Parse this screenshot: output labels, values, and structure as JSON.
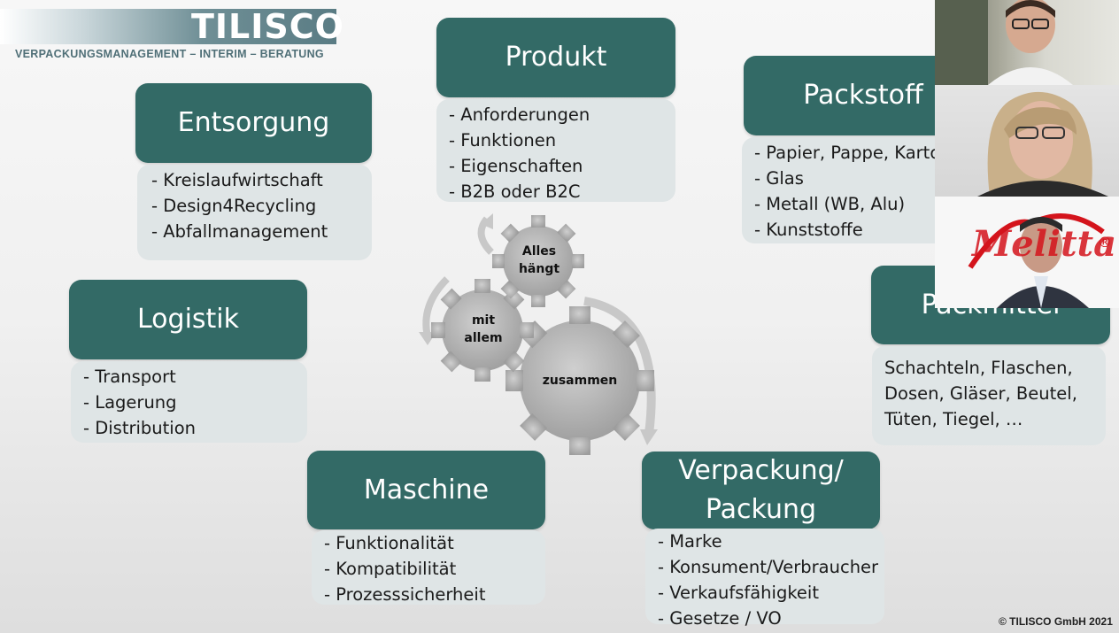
{
  "logo": {
    "brand": "TILISCO",
    "tagline": "VERPACKUNGSMANAGEMENT – INTERIM – BERATUNG"
  },
  "boxes": {
    "produkt": {
      "title": "Produkt",
      "items": [
        "- Anforderungen",
        "- Funktionen",
        "- Eigenschaften",
        "- B2B oder B2C"
      ]
    },
    "entsorgung": {
      "title": "Entsorgung",
      "items": [
        "- Kreislaufwirtschaft",
        "- Design4Recycling",
        "- Abfallmanagement"
      ]
    },
    "packstoff": {
      "title": "Packstoff",
      "items": [
        "- Papier, Pappe, Karto",
        "- Glas",
        "- Metall (WB, Alu)",
        "- Kunststoffe"
      ]
    },
    "logistik": {
      "title": "Logistik",
      "items": [
        "- Transport",
        "- Lagerung",
        "- Distribution"
      ]
    },
    "packmittel": {
      "title": "Packmittel",
      "items": [
        "Schachteln, Flaschen,",
        "Dosen, Gläser, Beutel,",
        "Tüten, Tiegel, …"
      ]
    },
    "maschine": {
      "title": "Maschine",
      "items": [
        "- Funktionalität",
        "- Kompatibilität",
        "- Prozesssicherheit"
      ]
    },
    "verpackung": {
      "title_line1": "Verpackung/",
      "title_line2": "Packung",
      "items": [
        "- Marke",
        "- Konsument/Verbraucher",
        "- Verkaufsfähigkeit",
        "- Gesetze / VO"
      ]
    }
  },
  "gears": {
    "top_line1": "Alles",
    "top_line2": "hängt",
    "left_line1": "mit",
    "left_line2": "allem",
    "big": "zusammen"
  },
  "video_logo": "Melitta",
  "copyright": "© TILISCO GmbH 2021",
  "colors": {
    "box": "#336a66",
    "list": "#dfe5e6",
    "gear": "#a9a9a9"
  }
}
